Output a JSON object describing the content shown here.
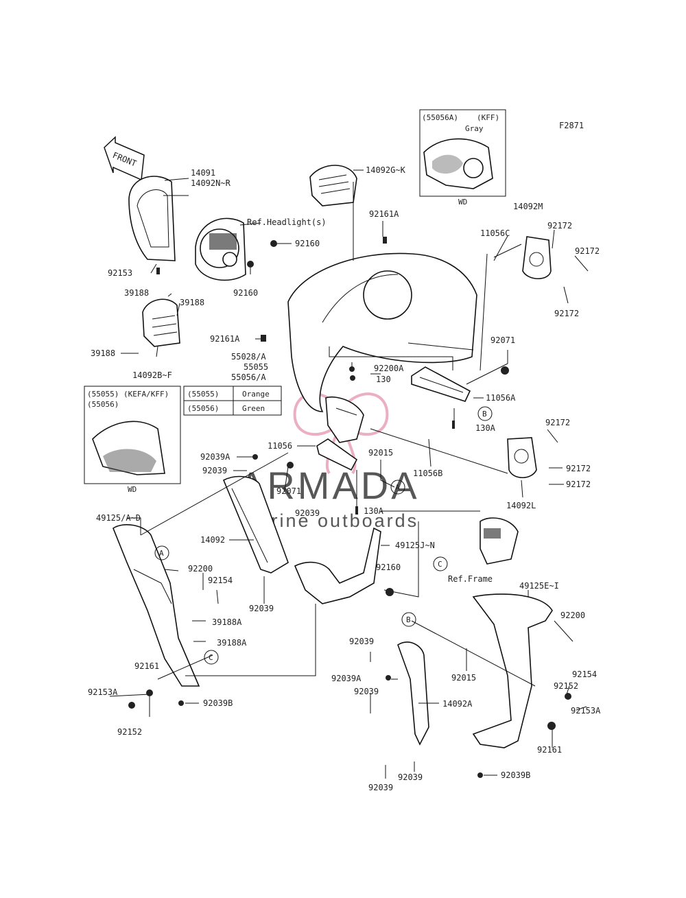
{
  "figure_code": "F2871",
  "front_arrow": "FRONT",
  "inset_top": {
    "code": "(55056A)",
    "variant": "(KFF)",
    "color": "Gray",
    "note": "WD"
  },
  "inset_left": {
    "line1": "(55055) (KEFA/KFF)",
    "line2": "(55056)",
    "note": "WD"
  },
  "color_table": [
    {
      "code": "(55055)",
      "color": "Orange"
    },
    {
      "code": "(55056)",
      "color": "Green"
    }
  ],
  "references": {
    "headlight": "Ref.Headlight(s)",
    "frame": "Ref.Frame"
  },
  "callouts": {
    "a1": "A",
    "a2": "A",
    "b1": "B",
    "b2": "B",
    "c1": "C",
    "c2": "C"
  },
  "watermark": {
    "brand": "ARMADA",
    "tagline": "marine outboards",
    "accent_color": "#e8a0b8"
  },
  "part_labels": {
    "p14091": "14091",
    "p14092NR": "14092N~R",
    "p14092GK": "14092G~K",
    "p92161A_top": "92161A",
    "p14092M": "14092M",
    "p11056C": "11056C",
    "p92172_a": "92172",
    "p92172_b": "92172",
    "p92172_c": "92172",
    "p92160_a": "92160",
    "p92160_b": "92160",
    "p92153": "92153",
    "p39188_a": "39188",
    "p39188_b": "39188",
    "p39188_c": "39188",
    "p92161A_mid": "92161A",
    "p14092BF": "14092B~F",
    "p55028A": "55028/A",
    "p55055": "55055",
    "p55056A": "55056/A",
    "p92200A": "92200A",
    "p130": "130",
    "p92071_a": "92071",
    "p11056A": "11056A",
    "p130A_a": "130A",
    "p92172_d": "92172",
    "p92172_e": "92172",
    "p92172_f": "92172",
    "p14092L": "14092L",
    "p11056": "11056",
    "p92015_a": "92015",
    "p11056B": "11056B",
    "p92039A_a": "92039A",
    "p92039_a": "92039",
    "p92071_b": "92071",
    "p92039_b": "92039",
    "p130A_b": "130A",
    "p49125AD": "49125/A~D",
    "p14092": "14092",
    "p49125JN": "49125J~N",
    "p92200_a": "92200",
    "p92154_a": "92154",
    "p92160_c": "92160",
    "p92039_c": "92039",
    "p39188A_a": "39188A",
    "p39188A_b": "39188A",
    "p49125EI": "49125E~I",
    "p92200_b": "92200",
    "p92154_b": "92154",
    "p92161_a": "92161",
    "p92153A_a": "92153A",
    "p92152_a": "92152",
    "p92039B_a": "92039B",
    "p92039_d": "92039",
    "p92039A_b": "92039A",
    "p92039_e": "92039",
    "p92015_b": "92015",
    "p14092A": "14092A",
    "p92152_b": "92152",
    "p92153A_b": "92153A",
    "p92161_b": "92161",
    "p92039_f": "92039",
    "p92039_g": "92039",
    "p92039B_b": "92039B"
  }
}
